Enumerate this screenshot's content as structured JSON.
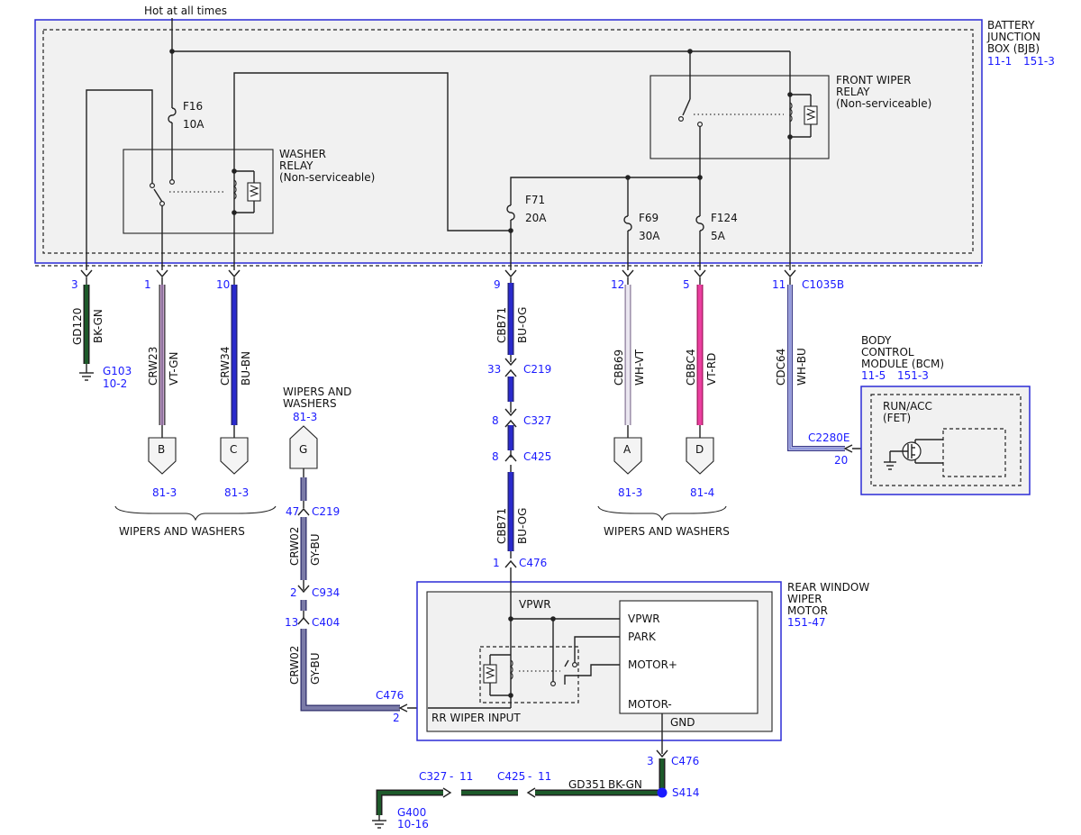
{
  "colors": {
    "blue_box": "#2b2bd6",
    "label_blue": "#1a1aff",
    "bg": "#f1f1f1",
    "wire_black": "#222222",
    "gn": "#1d5a2a",
    "vt": "#c7a3cf",
    "bu": "#2a2acc",
    "bu_og": "#2a2acc",
    "wh": "#eae6f0",
    "rd": "#ea3fa0",
    "gy": "#7b7ba8",
    "wh_bu": "#5a66c8"
  },
  "top": {
    "hot_label": "Hot at all times"
  },
  "bjb": {
    "name_1": "BATTERY",
    "name_2": "JUNCTION",
    "name_3": "BOX (BJB)",
    "ref_1": "11-1",
    "ref_2": "151-3"
  },
  "washer_relay": {
    "l1": "WASHER",
    "l2": "RELAY",
    "l3": "(Non-serviceable)"
  },
  "front_wiper_relay": {
    "l1": "FRONT WIPER",
    "l2": "RELAY",
    "l3": "(Non-serviceable)"
  },
  "fuses": [
    {
      "name": "F16",
      "rating": "10A"
    },
    {
      "name": "F71",
      "rating": "20A"
    },
    {
      "name": "F69",
      "rating": "30A"
    },
    {
      "name": "F124",
      "rating": "5A"
    }
  ],
  "pins": {
    "p3": "3",
    "p1": "1",
    "p10": "10",
    "p9": "9",
    "p12": "12",
    "p5": "5",
    "p11": "11",
    "c1035b": "C1035B"
  },
  "wires": {
    "gd120": "GD120",
    "gd120_c": "BK-GN",
    "crw23": "CRW23",
    "crw23_c": "VT-GN",
    "crw34": "CRW34",
    "crw34_c": "BU-BN",
    "cbb71": "CBB71",
    "cbb71_c": "BU-OG",
    "cbb71b": "CBB71",
    "cbb71b_c": "BU-OG",
    "cbb69": "CBB69",
    "cbb69_c": "WH-VT",
    "cbbc4": "CBBC4",
    "cbbc4_c": "VT-RD",
    "cdc64": "CDC64",
    "cdc64_c": "WH-BU",
    "crw02a": "CRW02",
    "crw02a_c": "GY-BU",
    "crw02b": "CRW02",
    "crw02b_c": "GY-BU",
    "gd351": "GD351",
    "gd351_c": "BK-GN"
  },
  "grounds": {
    "g103": "G103",
    "g103_ref": "10-2",
    "g400": "G400",
    "g400_ref": "10-16"
  },
  "connectors": {
    "c219_pin": "33",
    "c219": "C219",
    "c327_pin": "8",
    "c327": "C327",
    "c425_pin": "8",
    "c425": "C425",
    "c476_pin": "1",
    "c476": "C476",
    "c219b_pin": "47",
    "c219b": "C219",
    "c934_pin": "2",
    "c934": "C934",
    "c404_pin": "13",
    "c404": "C404",
    "c476b": "C476",
    "c476b_pin": "2",
    "c476c_pin": "3",
    "c476c": "C476",
    "c327b": "C327",
    "c327b_pin": "11",
    "c425b": "C425",
    "c425b_pin": "11",
    "s414": "S414",
    "c2280e": "C2280E",
    "c2280e_pin": "20",
    "dash": "-"
  },
  "offpage": {
    "b": "B",
    "b_ref": "81-3",
    "c": "C",
    "c_ref": "81-3",
    "g": "G",
    "g_ref": "81-3",
    "g_l1": "WIPERS AND",
    "g_l2": "WASHERS",
    "a": "A",
    "a_ref": "81-3",
    "d": "D",
    "d_ref": "81-4",
    "group1": "WIPERS AND WASHERS",
    "group2": "WIPERS AND WASHERS"
  },
  "bcm": {
    "l1": "BODY",
    "l2": "CONTROL",
    "l3": "MODULE (BCM)",
    "ref_1": "11-5",
    "ref_2": "151-3",
    "run": "RUN/ACC",
    "fet": "(FET)"
  },
  "motor": {
    "l1": "REAR WINDOW",
    "l2": "WIPER",
    "l3": "MOTOR",
    "ref": "151-47",
    "vpwr_in": "VPWR",
    "vpwr": "VPWR",
    "park": "PARK",
    "motor_p": "MOTOR+",
    "motor_m": "MOTOR-",
    "gnd": "GND",
    "rr_input": "RR WIPER INPUT"
  }
}
